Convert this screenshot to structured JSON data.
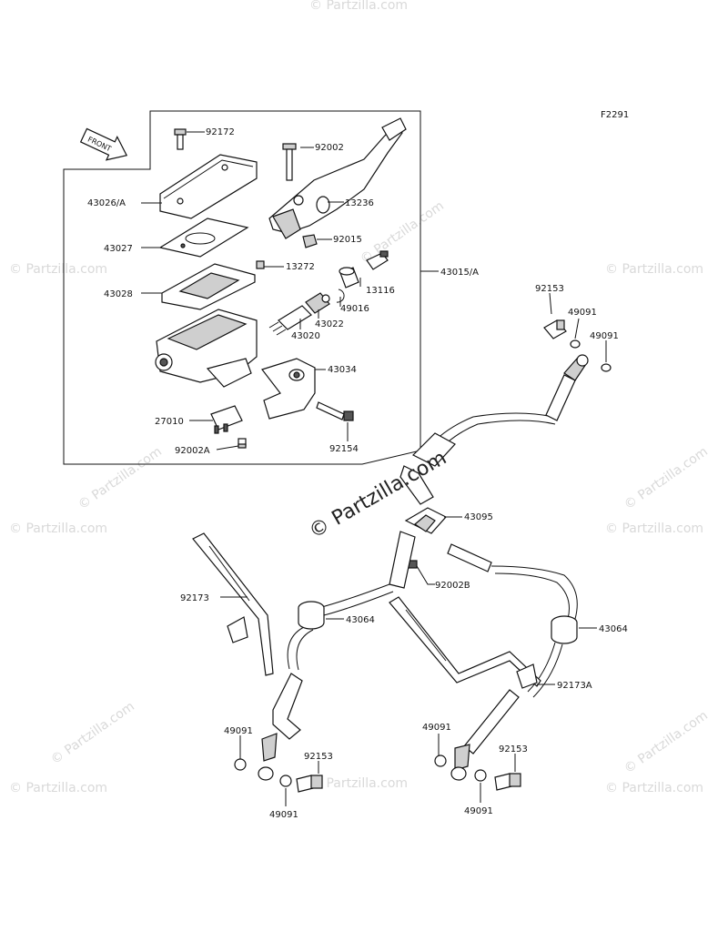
{
  "figure_code": "F2291",
  "front_marker": "FRONT",
  "watermark_main": "© Partzilla.com",
  "watermark_repeat": "© Partzilla.com",
  "labels": {
    "p92172": "92172",
    "p92002": "92002",
    "p43026A": "43026/A",
    "p13236": "13236",
    "p43027": "43027",
    "p92015": "92015",
    "p13272": "13272",
    "p43015A": "43015/A",
    "p43028": "43028",
    "p13116": "13116",
    "p49016": "49016",
    "p43022": "43022",
    "p43020": "43020",
    "p43034": "43034",
    "p27010": "27010",
    "p92154": "92154",
    "p92002A": "92002A",
    "p92153_top": "92153",
    "p49091_top1": "49091",
    "p49091_top2": "49091",
    "p43095": "43095",
    "p92002B": "92002B",
    "p92173": "92173",
    "p43064_left": "43064",
    "p43064_right": "43064",
    "p92173A": "92173A",
    "p49091_bl1": "49091",
    "p92153_bl": "92153",
    "p49091_bl2": "49091",
    "p49091_br1": "49091",
    "p92153_br": "92153",
    "p49091_br2": "49091"
  }
}
